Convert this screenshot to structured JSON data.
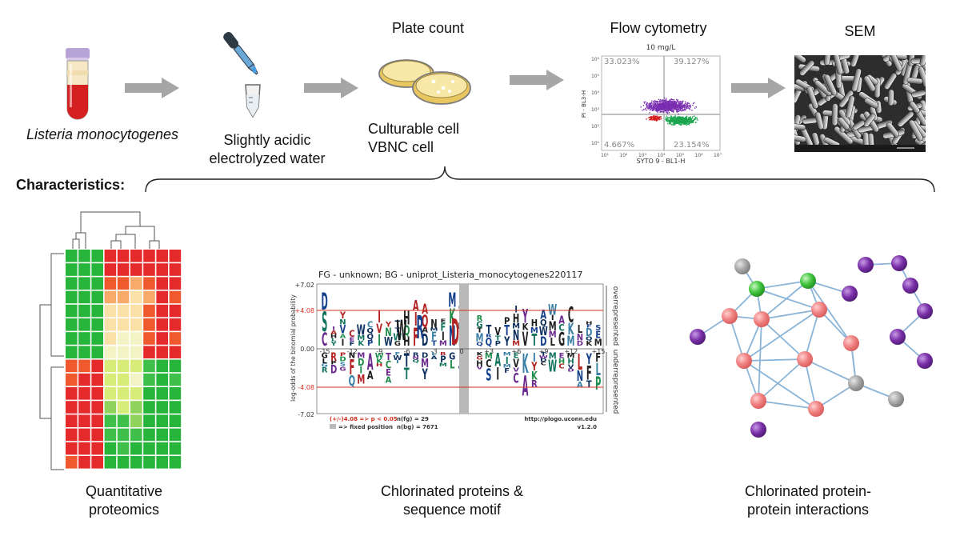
{
  "top_row": {
    "listeria_label": "Listeria monocytogenes",
    "saew_label_line1": "Slightly acidic",
    "saew_label_line2": "electrolyzed water",
    "plate_title": "Plate count",
    "plate_caption_line1": "Culturable cell",
    "plate_caption_line2": "VBNC cell",
    "flow_title": "Flow cytometry",
    "sem_title": "SEM"
  },
  "flow_cytometry": {
    "concentration": "10 mg/L",
    "quadrants": {
      "upper_left": "33.023%",
      "upper_right": "39.127%",
      "lower_left": "4.667%",
      "lower_right": "23.154%"
    },
    "x_axis_label": "SYTO 9 - BL1-H",
    "y_axis_label": "PI - BL3-H",
    "x_ticks": [
      "10¹",
      "10²",
      "10³",
      "10⁴",
      "10⁵",
      "10⁶",
      "10⁷"
    ],
    "y_ticks": [
      "10⁶",
      "10⁵",
      "10⁴",
      "10³",
      "10²",
      "10¹"
    ],
    "colors": {
      "upper": "#7a2db0",
      "lower_right": "#1ca54e",
      "lower_left": "#d41f1f",
      "gate": "#9a9a9a"
    }
  },
  "characteristics_label": "Characteristics:",
  "heatmap": {
    "caption_line1": "Quantitative",
    "caption_line2": "proteomics",
    "palette": [
      "#e42a2a",
      "#f0582e",
      "#f7aa6a",
      "#fbe1a8",
      "#f3f4c6",
      "#d8ec7a",
      "#8fd35c",
      "#3fc04a",
      "#27b43a"
    ],
    "grid": [
      [
        8,
        8,
        8,
        0,
        0,
        0,
        0,
        0,
        0
      ],
      [
        8,
        8,
        8,
        0,
        0,
        0,
        0,
        0,
        0
      ],
      [
        8,
        8,
        8,
        1,
        1,
        2,
        1,
        0,
        0
      ],
      [
        8,
        8,
        8,
        2,
        2,
        3,
        2,
        0,
        1
      ],
      [
        8,
        8,
        8,
        3,
        3,
        3,
        1,
        0,
        0
      ],
      [
        8,
        8,
        8,
        3,
        3,
        3,
        1,
        0,
        0
      ],
      [
        8,
        8,
        8,
        3,
        4,
        4,
        1,
        0,
        1
      ],
      [
        8,
        8,
        8,
        4,
        4,
        4,
        0,
        0,
        0
      ],
      [
        1,
        1,
        0,
        5,
        5,
        5,
        7,
        8,
        8
      ],
      [
        1,
        0,
        0,
        5,
        5,
        4,
        7,
        8,
        7
      ],
      [
        0,
        0,
        0,
        5,
        5,
        5,
        8,
        8,
        8
      ],
      [
        0,
        0,
        0,
        6,
        5,
        6,
        8,
        8,
        8
      ],
      [
        0,
        0,
        0,
        7,
        7,
        6,
        8,
        8,
        8
      ],
      [
        0,
        0,
        0,
        7,
        7,
        7,
        8,
        8,
        8
      ],
      [
        0,
        0,
        0,
        8,
        7,
        8,
        8,
        8,
        8
      ],
      [
        1,
        0,
        0,
        8,
        8,
        8,
        8,
        8,
        8
      ]
    ]
  },
  "sequence_logo": {
    "caption_line1": "Chlorinated proteins &",
    "caption_line2": "sequence motif",
    "title": "FG - unknown;  BG - uniprot_Listeria_monocytogenes220117",
    "y_axis_label": "log-odds of the binomial probability",
    "y_ticks": [
      "+7.02",
      "+4.08",
      "0.00",
      "-4.08",
      "-7.02"
    ],
    "x_ticks": [
      "-15",
      "-12",
      "-9",
      "-6",
      "-3",
      "0",
      "+3",
      "+6",
      "+9",
      "+12",
      "+15"
    ],
    "side_upper": "overrepresented",
    "side_lower": "underrepresented",
    "footer_sig": "(+/-)4.08 => p < 0.05",
    "footer_fixed": "=> fixed position",
    "footer_nfg": "n(fg) = 29",
    "footer_nbg": "n(bg) = 7671",
    "footer_url": "http://plogo.uconn.edu",
    "footer_version": "v1.2.0",
    "colors": {
      "threshold": "#d2301e",
      "fixed": "#b9b9b9"
    }
  },
  "network": {
    "caption_line1": "Chlorinated protein-",
    "caption_line2": "protein interactions",
    "colors": {
      "red": "#f08080",
      "purple": "#7a2fa8",
      "green": "#3fc43c",
      "gray": "#a6a6a6",
      "edge": "#8ab4d8"
    }
  }
}
